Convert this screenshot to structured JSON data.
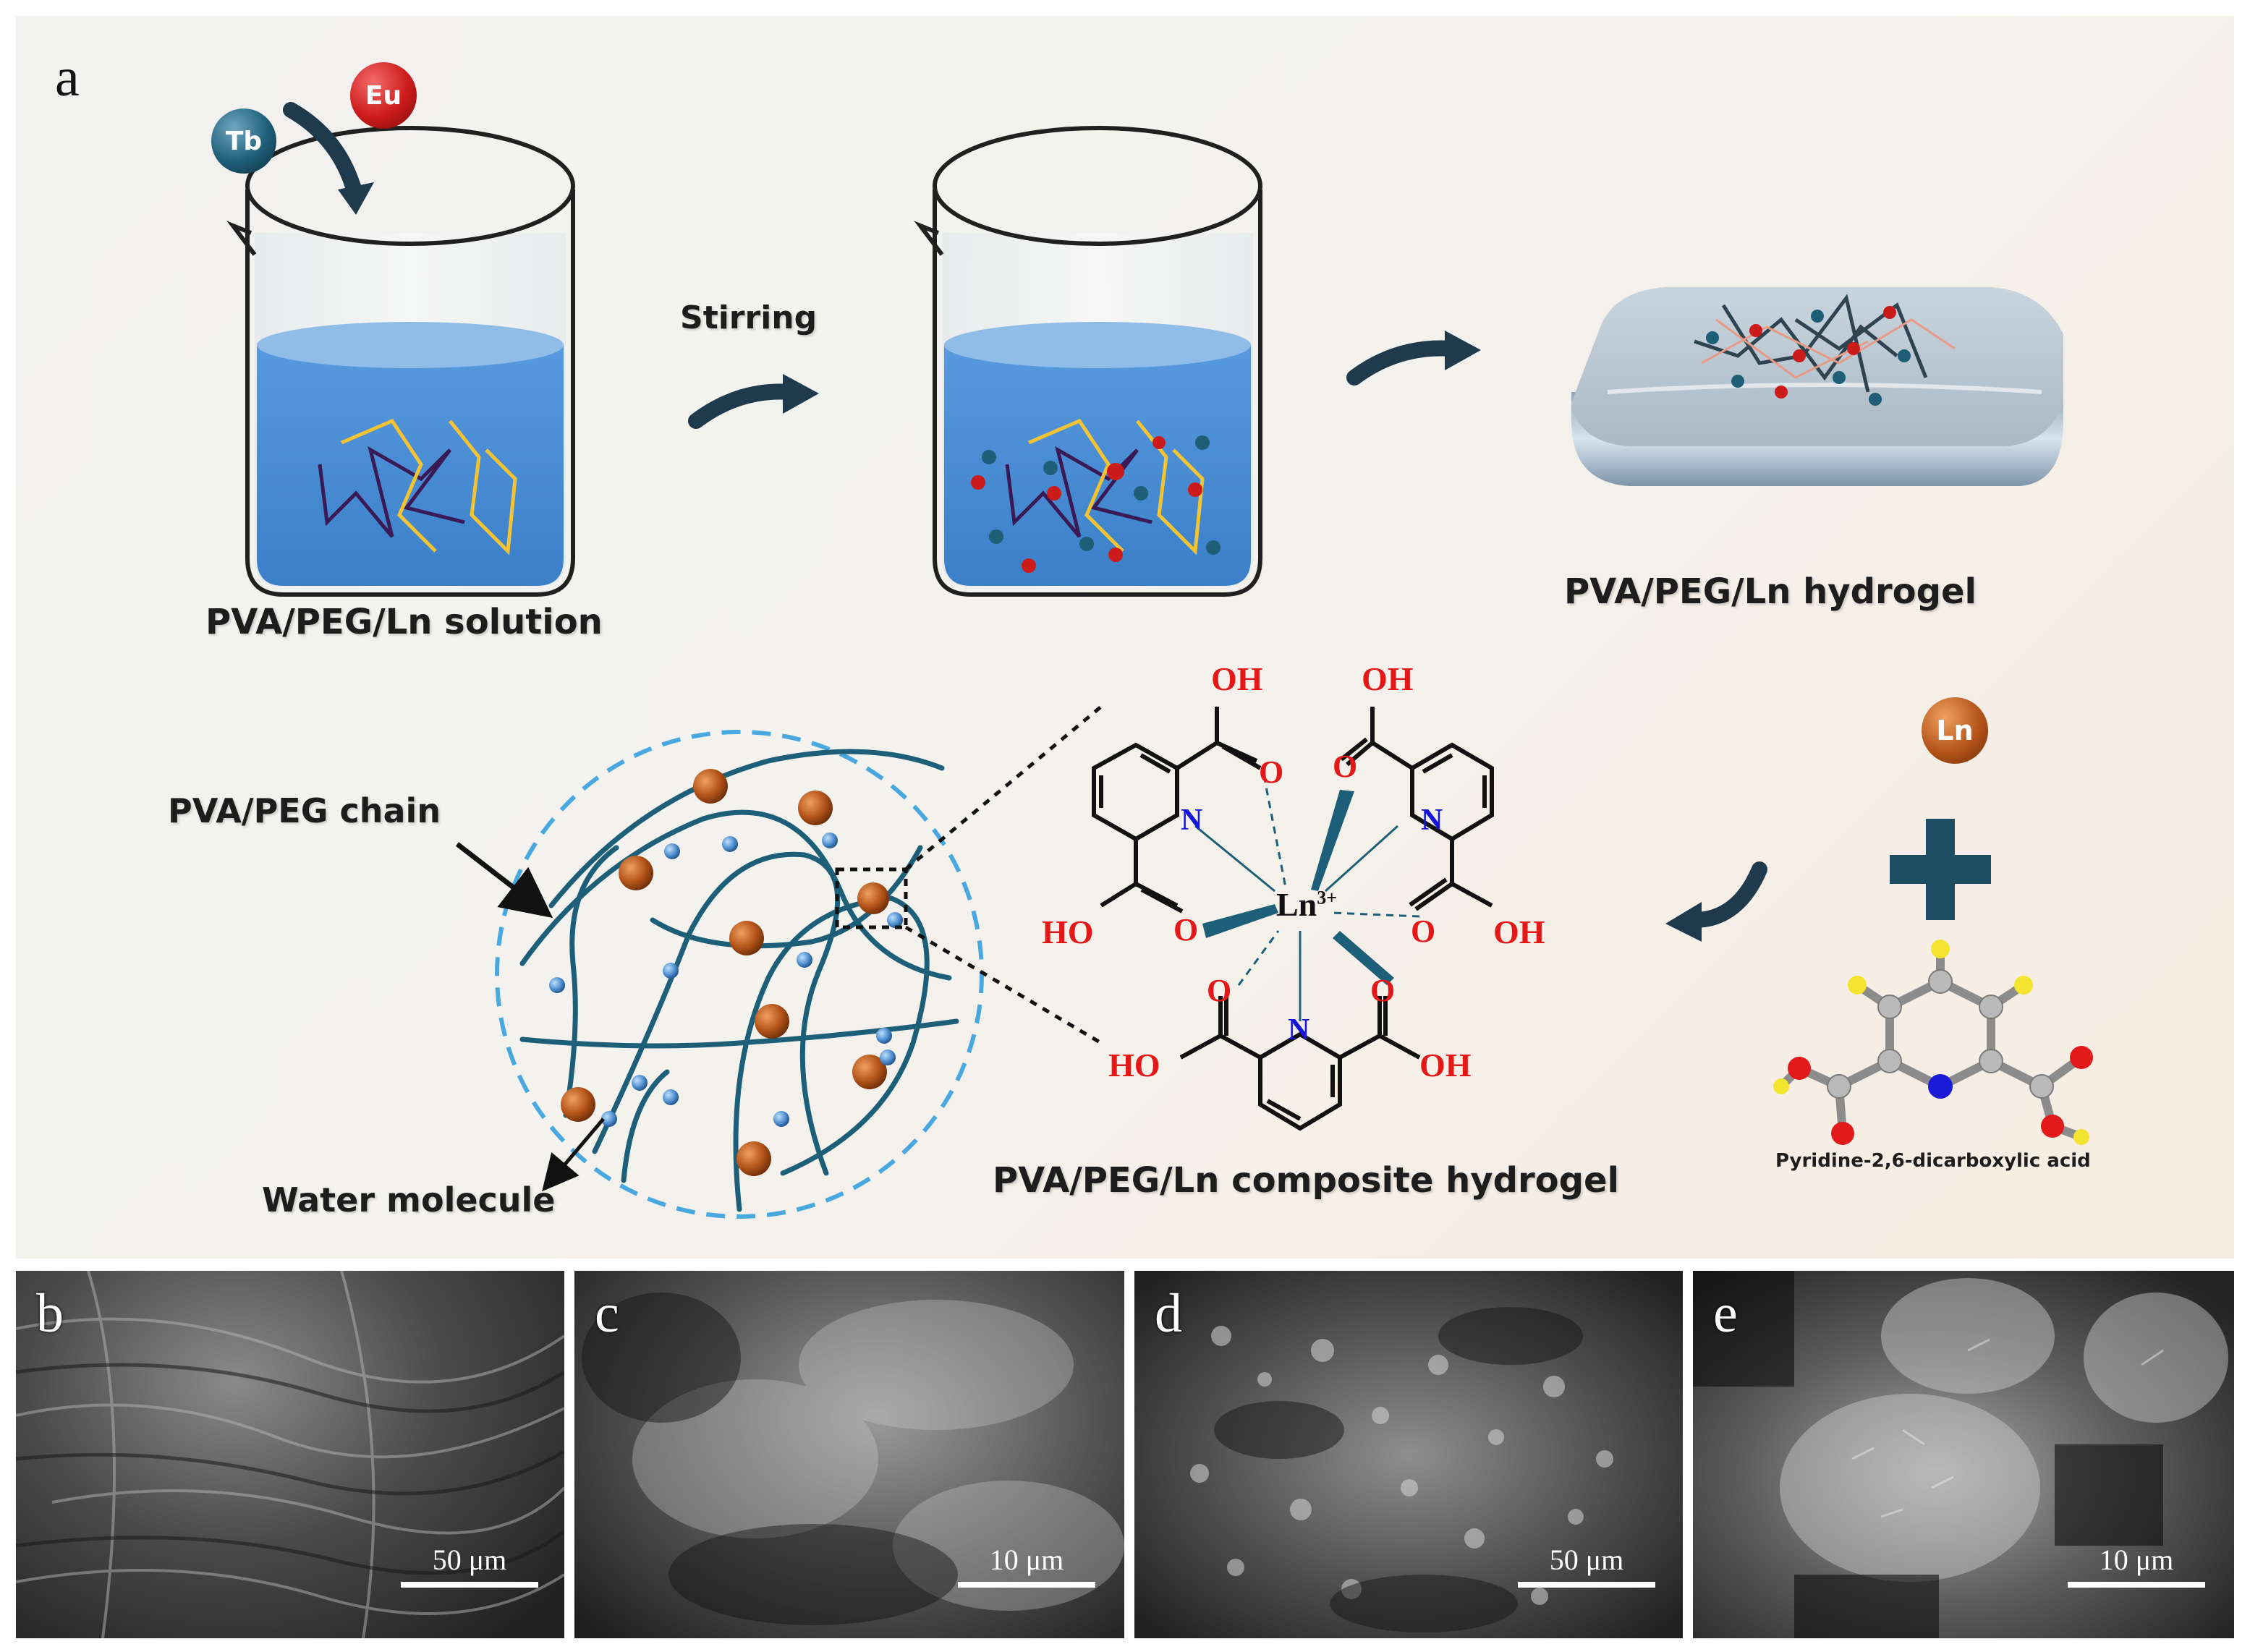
{
  "panel_a": {
    "letter": "a",
    "ions": {
      "tb": "Tb",
      "eu": "Eu",
      "ln": "Ln"
    },
    "step_label": "Stirring",
    "label_solution": "PVA/PEG/Ln solution",
    "label_hydrogel": "PVA/PEG/Ln hydrogel",
    "label_chain": "PVA/PEG chain",
    "label_water": "Water molecule",
    "label_composite": "PVA/PEG/Ln composite hydrogel",
    "label_ligand": "Pyridine-2,6-dicarboxylic acid",
    "complex": {
      "center": "Ln",
      "charge": "3+",
      "oh": "OH",
      "ho": "HO",
      "o": "O",
      "n": "N"
    }
  },
  "sem_panels": [
    {
      "letter": "b",
      "scale": "50 μm"
    },
    {
      "letter": "c",
      "scale": "10 μm"
    },
    {
      "letter": "d",
      "scale": "50 μm"
    },
    {
      "letter": "e",
      "scale": "10 μm"
    }
  ],
  "colors": {
    "water_blue": "#4f8fce",
    "chain_teal": "#1d5f78",
    "ln_orange": "#b4541a",
    "eu_red": "#cc1b1b",
    "tb_teal": "#1f5e77",
    "oxygen_red": "#e41818",
    "nitrogen_blue": "#1515d8"
  },
  "icons": [
    "beaker-icon",
    "curved-arrow-icon",
    "plus-icon",
    "dashed-circle-icon"
  ]
}
